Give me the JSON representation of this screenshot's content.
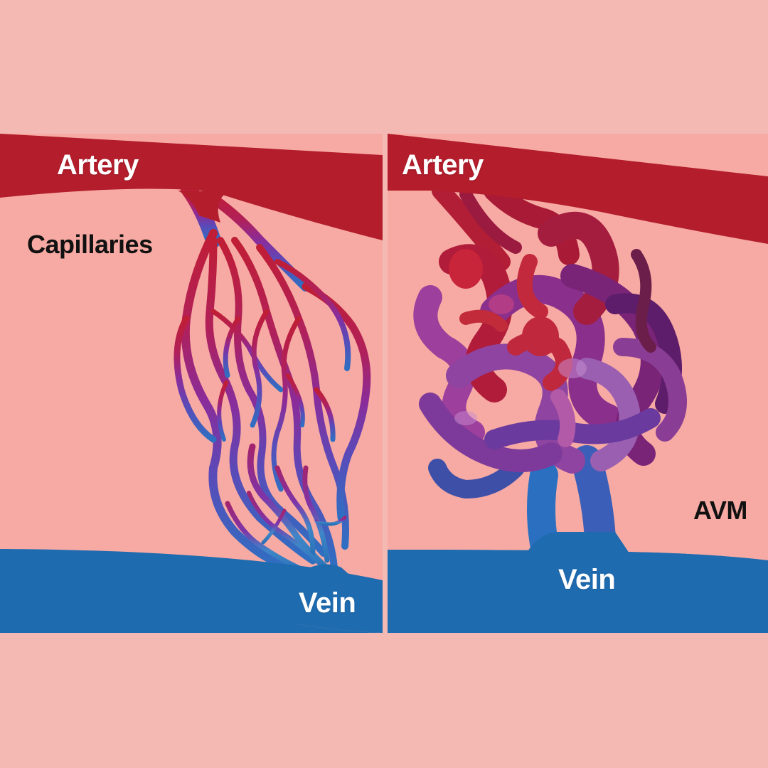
{
  "left_panel": {
    "artery_label": "Artery",
    "capillaries_label": "Capillaries",
    "vein_label": "Vein"
  },
  "right_panel": {
    "artery_label": "Artery",
    "avm_label": "AVM",
    "vein_label": "Vein"
  },
  "colors": {
    "background": "#f5b9b4",
    "panel_background": "#f7aaa3",
    "artery": "#b31d2c",
    "vein": "#1e6bb0",
    "capillary_top": "#c01e35",
    "capillary_mid": "#8a2c9a",
    "capillary_bottom": "#2f6fc2",
    "avm_purple": "#8b3a95",
    "avm_red": "#a81a36"
  }
}
